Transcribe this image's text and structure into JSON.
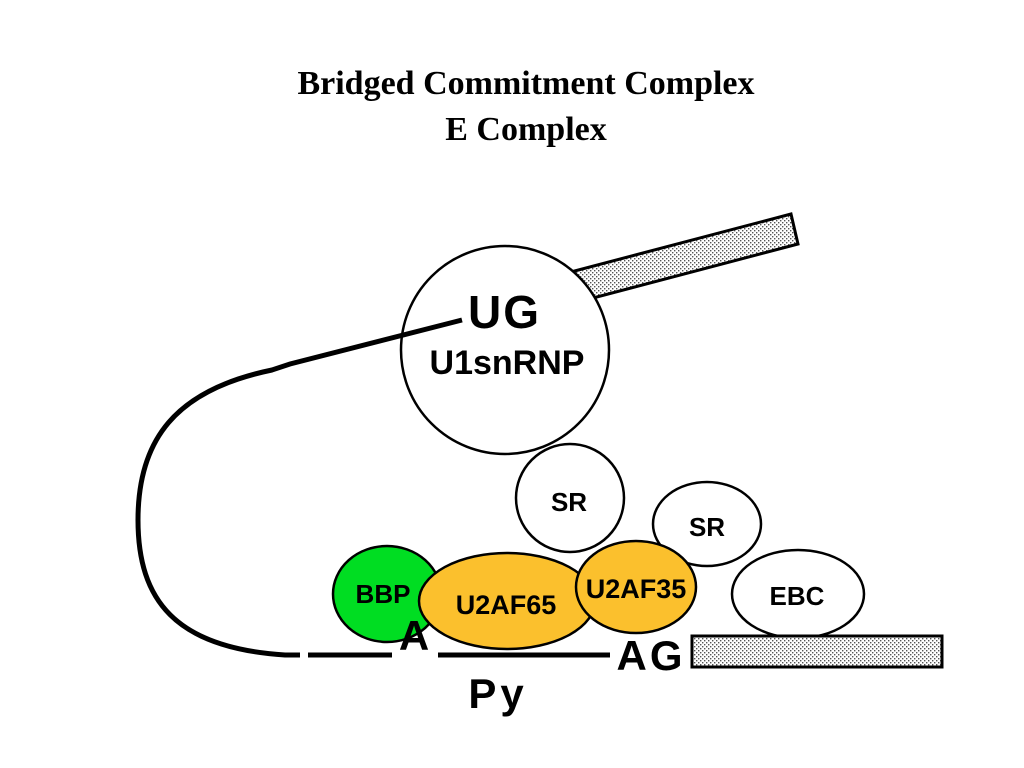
{
  "title": {
    "line1": "Bridged Commitment Complex",
    "line2": "E Complex"
  },
  "labels": {
    "ug": "UG",
    "u1snrnp": "U1snRNP",
    "sr_left": "SR",
    "sr_right": "SR",
    "bbp": "BBP",
    "u2af65": "U2AF65",
    "u2af35": "U2AF35",
    "ebc": "EBC",
    "branch_a": "A",
    "ag": "AG",
    "py": "Py"
  },
  "colors": {
    "bbp_fill": "#00dd22",
    "u2af_fill": "#fbc02d",
    "outline": "#000000",
    "background": "#ffffff"
  }
}
